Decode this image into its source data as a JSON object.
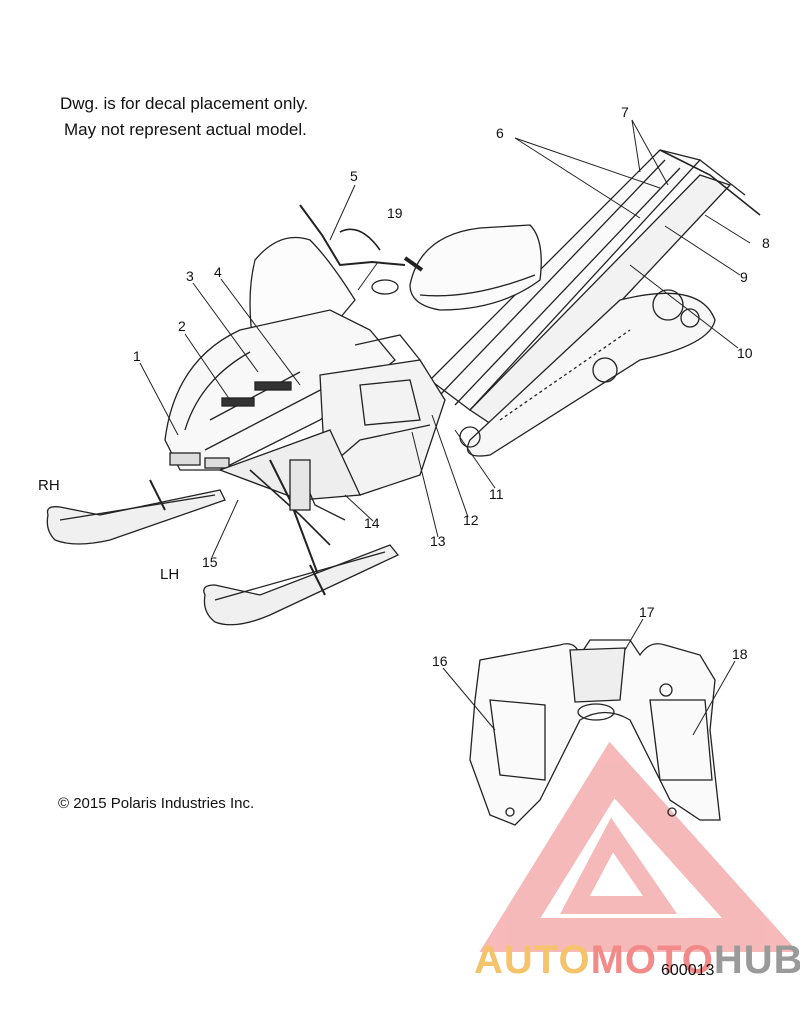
{
  "notes": {
    "line1": "Dwg. is for decal placement only.",
    "line2": "May not represent actual model."
  },
  "copyright": "© 2015 Polaris Industries Inc.",
  "side_labels": {
    "right": "RH",
    "left": "LH"
  },
  "drawing_number": "600013",
  "callouts": [
    "1",
    "2",
    "3",
    "4",
    "5",
    "6",
    "7",
    "8",
    "9",
    "10",
    "11",
    "12",
    "13",
    "14",
    "15",
    "16",
    "17",
    "18",
    "19"
  ],
  "watermark": {
    "part1": "AUTO",
    "part2": "MOTO",
    "part3": "HUB",
    "colors": {
      "part1": "#f5c36b",
      "part2": "#f28a8a",
      "part3": "#9a9a9a",
      "logo": "#f08080"
    }
  }
}
